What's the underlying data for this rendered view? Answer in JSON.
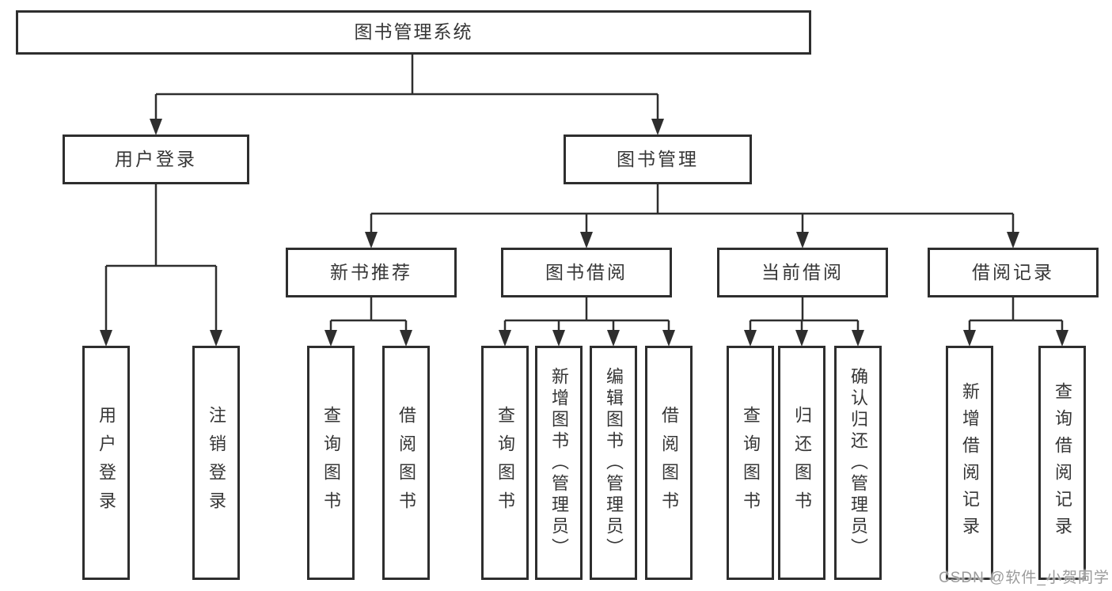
{
  "root": {
    "label": "图书管理系统"
  },
  "watermark": "CSDN @软件_小贺同学",
  "level2": [
    {
      "id": "user-login",
      "label": "用户登录",
      "parent": "图书管理系统"
    },
    {
      "id": "book-management",
      "label": "图书管理",
      "parent": "图书管理系统"
    }
  ],
  "level3": [
    {
      "id": "new-book-recommend",
      "label": "新书推荐",
      "parent": "图书管理"
    },
    {
      "id": "book-borrow",
      "label": "图书借阅",
      "parent": "图书管理"
    },
    {
      "id": "current-borrow",
      "label": "当前借阅",
      "parent": "图书管理"
    },
    {
      "id": "borrow-records",
      "label": "借阅记录",
      "parent": "图书管理"
    }
  ],
  "leaves": [
    {
      "label": "用户登录",
      "parent": "用户登录"
    },
    {
      "label": "注销登录",
      "parent": "用户登录"
    },
    {
      "label": "查询图书",
      "parent": "新书推荐"
    },
    {
      "label": "借阅图书",
      "parent": "新书推荐"
    },
    {
      "label": "查询图书",
      "parent": "图书借阅"
    },
    {
      "label": "新增图书（管理员）",
      "parent": "图书借阅"
    },
    {
      "label": "编辑图书（管理员）",
      "parent": "图书借阅"
    },
    {
      "label": "借阅图书",
      "parent": "图书借阅"
    },
    {
      "label": "查询图书",
      "parent": "当前借阅"
    },
    {
      "label": "归还图书",
      "parent": "当前借阅"
    },
    {
      "label": "确认归还（管理员）",
      "parent": "当前借阅"
    },
    {
      "label": "新增借阅记录",
      "parent": "借阅记录"
    },
    {
      "label": "查询借阅记录",
      "parent": "借阅记录"
    }
  ],
  "colors": {
    "line": "#2e2e2e",
    "text": "#363636",
    "background": "#ffffff",
    "watermark_text": "#9b9b9b"
  }
}
